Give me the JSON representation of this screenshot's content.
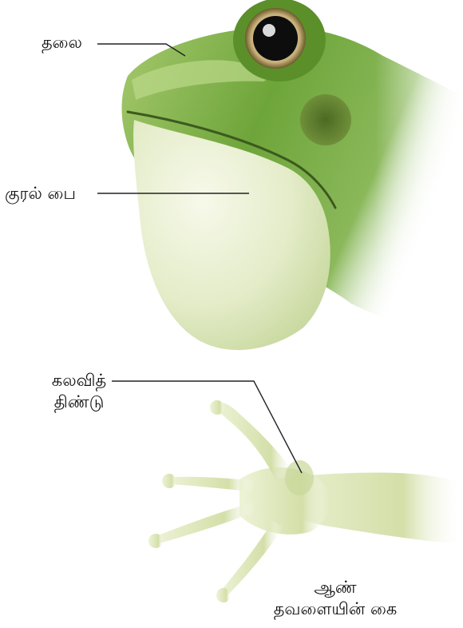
{
  "labels": {
    "head": "தலை",
    "vocal_sac": "குரல் பை",
    "nuptial_pad_line1": "கலவித்",
    "nuptial_pad_line2": "திண்டு",
    "male_hand_line1": "ஆண்",
    "male_hand_line2": "தவளையின் கை"
  },
  "colors": {
    "skin_dark": "#5f9a2e",
    "skin_light": "#9cc46a",
    "vocal_sac": "#e6eecf",
    "limb": "#dbe5b8",
    "leader_line": "#222222"
  }
}
